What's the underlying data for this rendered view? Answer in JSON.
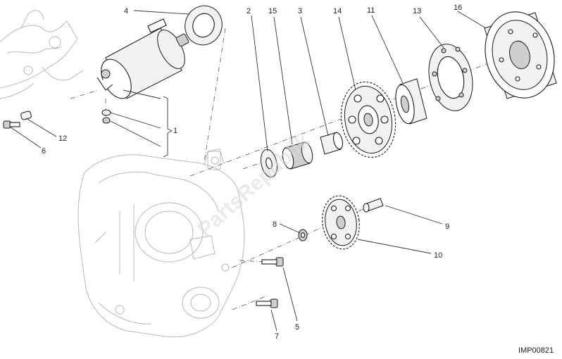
{
  "diagram": {
    "reference_code": "IMP00821",
    "watermark": "PartsRepublik",
    "callouts": [
      {
        "id": "c1",
        "label": "1"
      },
      {
        "id": "c2",
        "label": "2"
      },
      {
        "id": "c3",
        "label": "3"
      },
      {
        "id": "c4",
        "label": "4"
      },
      {
        "id": "c5",
        "label": "5"
      },
      {
        "id": "c6",
        "label": "6"
      },
      {
        "id": "c7",
        "label": "7"
      },
      {
        "id": "c8",
        "label": "8"
      },
      {
        "id": "c9",
        "label": "9"
      },
      {
        "id": "c10",
        "label": "10"
      },
      {
        "id": "c11",
        "label": "11"
      },
      {
        "id": "c12",
        "label": "12"
      },
      {
        "id": "c13",
        "label": "13"
      },
      {
        "id": "c14",
        "label": "14"
      },
      {
        "id": "c15",
        "label": "15"
      },
      {
        "id": "c16",
        "label": "16"
      }
    ]
  }
}
